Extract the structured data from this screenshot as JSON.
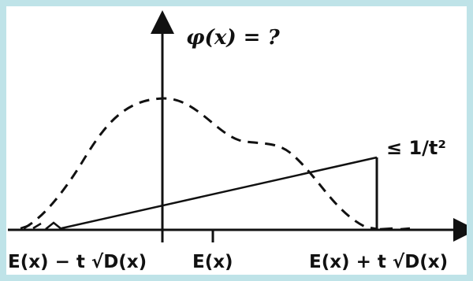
{
  "diagram": {
    "title": "φ(x) = ?",
    "bound_label": "≤ 1/t²",
    "x_labels": {
      "left": "E(x) − t √D(x)",
      "center": "E(x)",
      "right": "E(x) + t √D(x)"
    },
    "colors": {
      "background": "#bfe3e8",
      "ink": "#111111"
    }
  }
}
